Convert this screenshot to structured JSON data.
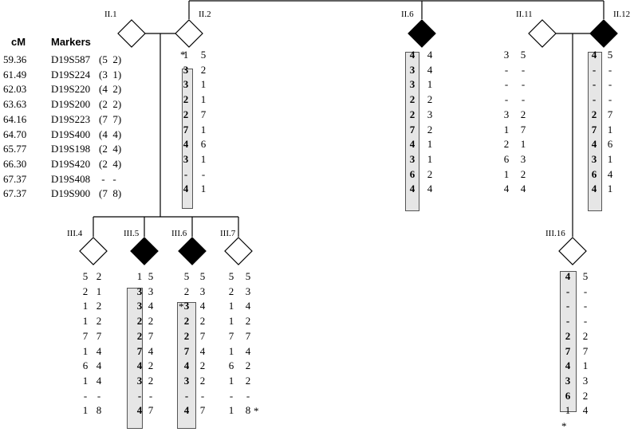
{
  "header": {
    "cm_label": "cM",
    "markers_label": "Markers"
  },
  "markers": [
    {
      "cm": "59.36",
      "name": "D19S587",
      "parent": "(5  2)"
    },
    {
      "cm": "61.49",
      "name": "D19S224",
      "parent": "(3  1)"
    },
    {
      "cm": "62.03",
      "name": "D19S220",
      "parent": "(4  2)"
    },
    {
      "cm": "63.63",
      "name": "D19S200",
      "parent": "(2  2)"
    },
    {
      "cm": "64.16",
      "name": "D19S223",
      "parent": "(7  7)"
    },
    {
      "cm": "64.70",
      "name": "D19S400",
      "parent": "(4  4)"
    },
    {
      "cm": "65.77",
      "name": "D19S198",
      "parent": "(2  4)"
    },
    {
      "cm": "66.30",
      "name": "D19S420",
      "parent": "(2  4)"
    },
    {
      "cm": "67.37",
      "name": "D19S408",
      "parent": " -   -"
    },
    {
      "cm": "67.37",
      "name": "D19S900",
      "parent": "(7  8)"
    }
  ],
  "individuals": [
    {
      "id": "II.1",
      "affected": false,
      "hap": [
        [
          "",
          ""
        ],
        [
          "",
          ""
        ],
        [
          "",
          ""
        ],
        [
          "",
          ""
        ],
        [
          "",
          ""
        ],
        [
          "",
          ""
        ],
        [
          "",
          ""
        ],
        [
          "",
          ""
        ],
        [
          "",
          ""
        ],
        [
          "",
          ""
        ]
      ]
    },
    {
      "id": "II.2",
      "affected": false,
      "note": "*",
      "hap": [
        [
          "1",
          "5"
        ],
        [
          "3",
          "2"
        ],
        [
          "3",
          "1"
        ],
        [
          "2",
          "1"
        ],
        [
          "2",
          "7"
        ],
        [
          "7",
          "1"
        ],
        [
          "4",
          "6"
        ],
        [
          "3",
          "1"
        ],
        [
          "-",
          "-"
        ],
        [
          "4",
          "1"
        ]
      ]
    },
    {
      "id": "II.6",
      "affected": true,
      "hap": [
        [
          "4",
          "4"
        ],
        [
          "3",
          "4"
        ],
        [
          "3",
          "1"
        ],
        [
          "2",
          "2"
        ],
        [
          "2",
          "3"
        ],
        [
          "7",
          "2"
        ],
        [
          "4",
          "1"
        ],
        [
          "3",
          "1"
        ],
        [
          "6",
          "2"
        ],
        [
          "4",
          "4"
        ]
      ]
    },
    {
      "id": "II.11",
      "affected": false,
      "hap": [
        [
          "3",
          "5"
        ],
        [
          "-",
          "-"
        ],
        [
          "-",
          "-"
        ],
        [
          "-",
          "-"
        ],
        [
          "3",
          "2"
        ],
        [
          "1",
          "7"
        ],
        [
          "2",
          "1"
        ],
        [
          "6",
          "3"
        ],
        [
          "1",
          "2"
        ],
        [
          "4",
          "4"
        ]
      ]
    },
    {
      "id": "II.12",
      "affected": true,
      "hap": [
        [
          "4",
          "5"
        ],
        [
          "-",
          "-"
        ],
        [
          "-",
          "-"
        ],
        [
          "-",
          "-"
        ],
        [
          "2",
          "7"
        ],
        [
          "7",
          "1"
        ],
        [
          "4",
          "6"
        ],
        [
          "3",
          "1"
        ],
        [
          "6",
          "4"
        ],
        [
          "4",
          "1"
        ]
      ]
    },
    {
      "id": "III.4",
      "affected": false,
      "hap": [
        [
          "5",
          "2"
        ],
        [
          "2",
          "1"
        ],
        [
          "1",
          "2"
        ],
        [
          "1",
          "2"
        ],
        [
          "7",
          "7"
        ],
        [
          "1",
          "4"
        ],
        [
          "6",
          "4"
        ],
        [
          "1",
          "4"
        ],
        [
          "-",
          "-"
        ],
        [
          "1",
          "8"
        ]
      ]
    },
    {
      "id": "III.5",
      "affected": true,
      "hap": [
        [
          "1",
          "5"
        ],
        [
          "3",
          "3"
        ],
        [
          "3",
          "4"
        ],
        [
          "2",
          "2"
        ],
        [
          "2",
          "7"
        ],
        [
          "7",
          "4"
        ],
        [
          "4",
          "2"
        ],
        [
          "3",
          "2"
        ],
        [
          "-",
          "-"
        ],
        [
          "4",
          "7"
        ]
      ]
    },
    {
      "id": "III.6",
      "affected": true,
      "note": "*",
      "hap": [
        [
          "5",
          "5"
        ],
        [
          "2",
          "3"
        ],
        [
          "3",
          "4"
        ],
        [
          "2",
          "2"
        ],
        [
          "2",
          "7"
        ],
        [
          "7",
          "4"
        ],
        [
          "4",
          "2"
        ],
        [
          "3",
          "2"
        ],
        [
          "-",
          "-"
        ],
        [
          "4",
          "7"
        ]
      ]
    },
    {
      "id": "III.7",
      "affected": false,
      "note": "*",
      "hap": [
        [
          "5",
          "5"
        ],
        [
          "2",
          "3"
        ],
        [
          "1",
          "4"
        ],
        [
          "1",
          "2"
        ],
        [
          "7",
          "7"
        ],
        [
          "1",
          "4"
        ],
        [
          "6",
          "2"
        ],
        [
          "1",
          "2"
        ],
        [
          "-",
          "-"
        ],
        [
          "1",
          "8"
        ]
      ]
    },
    {
      "id": "III.16",
      "affected": false,
      "note": "*",
      "hap": [
        [
          "4",
          "5"
        ],
        [
          "-",
          "-"
        ],
        [
          "-",
          "-"
        ],
        [
          "-",
          "-"
        ],
        [
          "2",
          "2"
        ],
        [
          "7",
          "7"
        ],
        [
          "4",
          "1"
        ],
        [
          "3",
          "3"
        ],
        [
          "6",
          "2"
        ],
        [
          "1",
          "4"
        ]
      ]
    }
  ]
}
